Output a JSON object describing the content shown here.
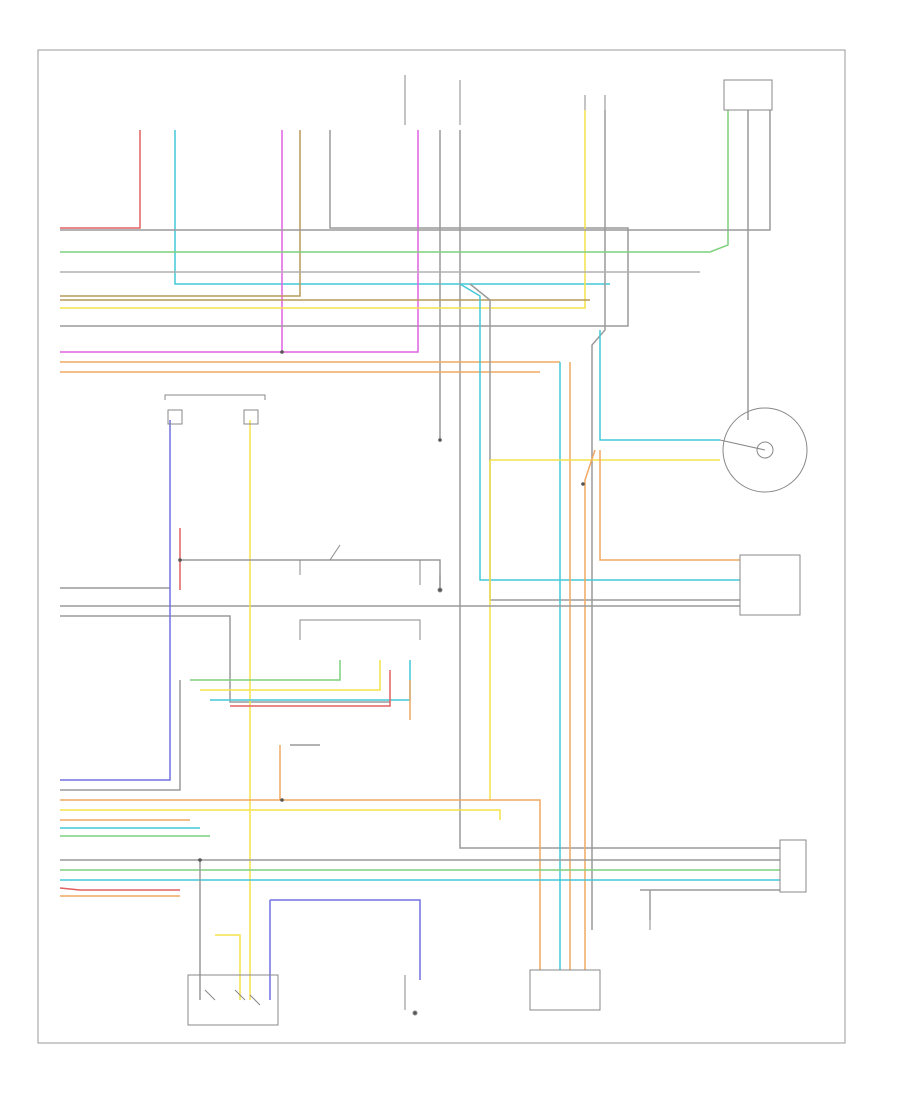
{
  "diagram": {
    "footer_label": "",
    "wire_colors": {
      "red": "#e06060",
      "green": "#7ed17e",
      "cyan": "#44c8d8",
      "magenta": "#e060e0",
      "tan": "#b89a58",
      "orange": "#f0a860",
      "yellow": "#f4e24a",
      "violet": "#7070e0",
      "gray": "#9a9a9a",
      "black": "#333333"
    },
    "components": [
      {
        "id": "c1",
        "label": ""
      },
      {
        "id": "c2",
        "label": ""
      },
      {
        "id": "c3",
        "label": ""
      },
      {
        "id": "c4",
        "label": ""
      },
      {
        "id": "c5",
        "label": ""
      },
      {
        "id": "c6",
        "label": ""
      },
      {
        "id": "c7",
        "label": ""
      },
      {
        "id": "c8",
        "label": ""
      },
      {
        "id": "c9",
        "label": ""
      },
      {
        "id": "c10",
        "label": ""
      }
    ]
  }
}
